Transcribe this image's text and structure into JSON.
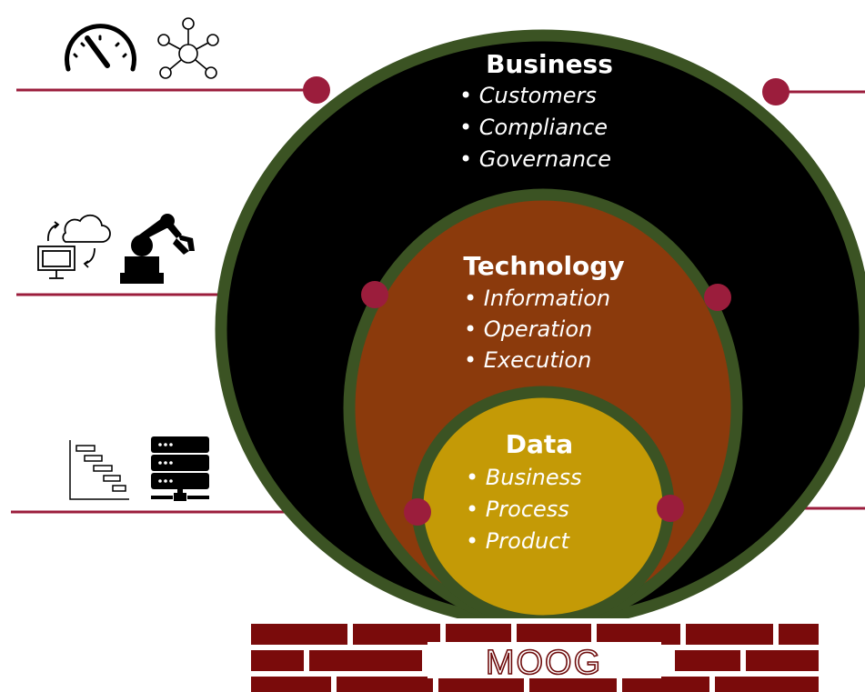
{
  "colors": {
    "ring_green": "#3b5323",
    "outer_fill": "#000000",
    "middle_fill": "#8b3a0c",
    "inner_fill": "#c49a06",
    "connector": "#9b1d3c",
    "brick_fill": "#7a0b0b",
    "logo_text": "#6e0b0b",
    "icon": "#000000"
  },
  "layers": {
    "business": {
      "title": "Business",
      "items": [
        "Customers",
        "Compliance",
        "Governance"
      ]
    },
    "technology": {
      "title": "Technology",
      "items": [
        "Information",
        "Operation",
        "Execution"
      ]
    },
    "data": {
      "title": "Data",
      "items": [
        "Business",
        "Process",
        "Product"
      ]
    }
  },
  "foundation": {
    "logo": "MOOG"
  },
  "icons": {
    "row1": [
      "speedometer-icon",
      "network-hub-icon"
    ],
    "row2": [
      "cloud-sync-monitor-icon",
      "robot-arm-icon"
    ],
    "row3": [
      "gantt-chart-icon",
      "server-rack-icon"
    ]
  }
}
